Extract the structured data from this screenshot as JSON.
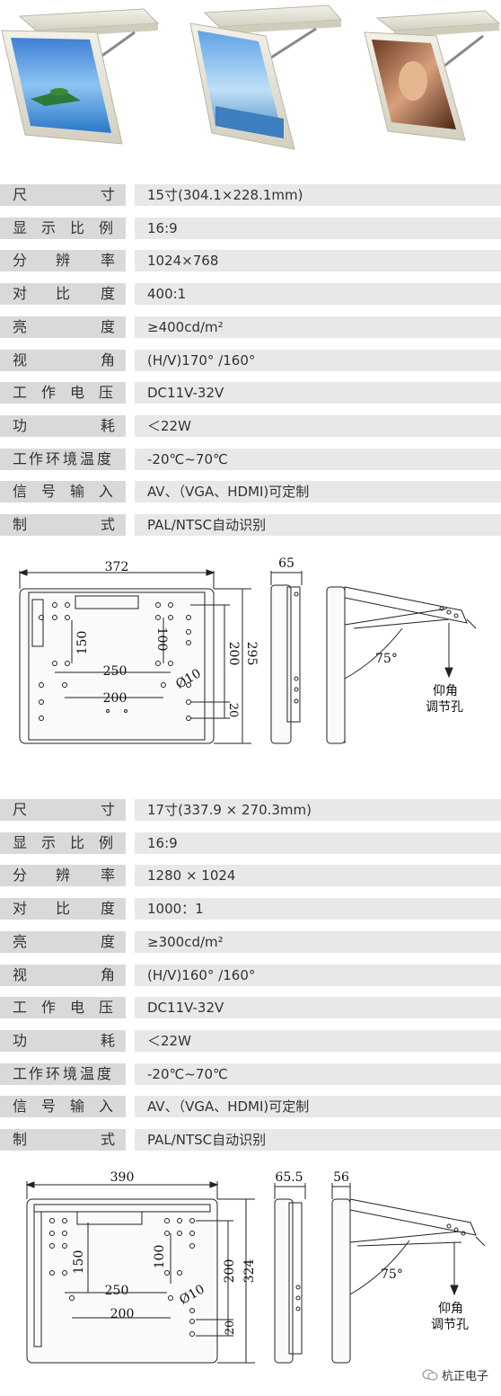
{
  "product_photos": [
    {
      "name": "monitor-15-photo",
      "scene": "island-beach"
    },
    {
      "name": "monitor-17-photo",
      "scene": "sea-sky"
    },
    {
      "name": "monitor-19-photo",
      "scene": "portrait"
    }
  ],
  "spec_tables": [
    {
      "rows": [
        {
          "label": "尺寸",
          "value": "15寸(304.1×228.1mm)"
        },
        {
          "label": "显示比例",
          "value": "16:9"
        },
        {
          "label": "分辨率",
          "value": "1024×768"
        },
        {
          "label": "对比度",
          "value": "400:1"
        },
        {
          "label": "亮度",
          "value": "≥400cd/m²"
        },
        {
          "label": "视角",
          "value": "(H/V)170°  /160°"
        },
        {
          "label": "工作电压",
          "value": "DC11V-32V"
        },
        {
          "label": "功耗",
          "value": "＜22W"
        },
        {
          "label": "工作环境温度",
          "value": "-20℃~70℃"
        },
        {
          "label": "信号输入",
          "value": "AV、（VGA、HDMI)可定制"
        },
        {
          "label": "制式",
          "value": "PAL/NTSC自动识别"
        }
      ]
    },
    {
      "rows": [
        {
          "label": "尺寸",
          "value": "17寸(337.9 × 270.3mm)"
        },
        {
          "label": "显示比例",
          "value": "16:9"
        },
        {
          "label": "分辨率",
          "value": "1280 × 1024"
        },
        {
          "label": "对比度",
          "value": "1000：1"
        },
        {
          "label": "亮度",
          "value": "≥300cd/m²"
        },
        {
          "label": "视角",
          "value": "(H/V)160°  /160°"
        },
        {
          "label": "工作电压",
          "value": "DC11V-32V"
        },
        {
          "label": "功耗",
          "value": "＜22W"
        },
        {
          "label": "工作环境温度",
          "value": "-20℃~70℃"
        },
        {
          "label": "信号输入",
          "value": "AV、（VGA、HDMI)可定制"
        },
        {
          "label": "制式",
          "value": "PAL/NTSC自动识别"
        }
      ]
    }
  ],
  "drawings": [
    {
      "width": "372",
      "height": "295",
      "depth": "65",
      "v_spacing": "150",
      "h_spacing": "250",
      "sub_v": "100",
      "bottom_w": "200",
      "side_h": "200",
      "hole": "Ø10",
      "edge": "20",
      "angle": "75°",
      "note_line1": "仰角",
      "note_line2": "调节孔"
    },
    {
      "width": "390",
      "height": "324",
      "depth": "65.5",
      "top_depth": "56",
      "v_spacing": "150",
      "h_spacing": "250",
      "sub_v": "100",
      "bottom_w": "200",
      "side_h": "200",
      "hole": "Ø10",
      "edge": "20",
      "angle": "75°",
      "note_line1": "仰角",
      "note_line2": "调节孔"
    }
  ],
  "watermark": "杭正电子",
  "colors": {
    "label_bg": "#d9d9d9",
    "value_bg": "#e8e8e8",
    "housing": "#e6e4d6"
  }
}
